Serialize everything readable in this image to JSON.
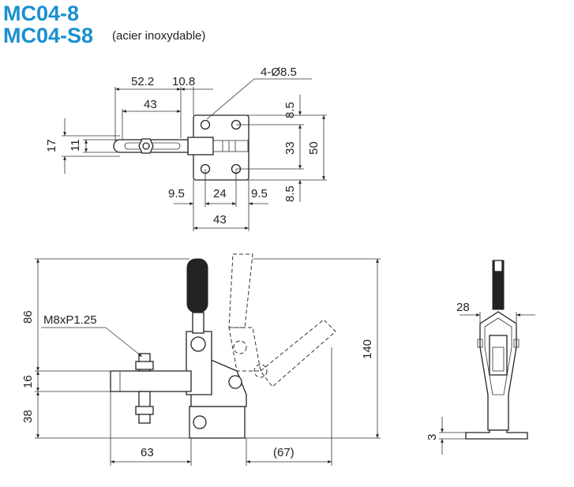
{
  "header": {
    "model_1": "MC04-8",
    "model_2": "MC04-S8",
    "model_2_note": "(acier inoxydable)"
  },
  "top_view": {
    "dim_52_2": "52.2",
    "dim_10_8": "10.8",
    "dim_43_top": "43",
    "dim_holes": "4-Ø8.5",
    "dim_17": "17",
    "dim_11": "11",
    "dim_8_5_top": "8.5",
    "dim_33": "33",
    "dim_50": "50",
    "dim_8_5_bottom": "8.5",
    "dim_9_5_left": "9.5",
    "dim_24": "24",
    "dim_9_5_right": "9.5",
    "dim_43_bottom": "43"
  },
  "side_view": {
    "thread": "M8xP1.25",
    "dim_86": "86",
    "dim_16": "16",
    "dim_38": "38",
    "dim_140": "140",
    "dim_63": "63",
    "dim_67": "(67)"
  },
  "end_view": {
    "dim_28": "28",
    "dim_3": "3"
  }
}
